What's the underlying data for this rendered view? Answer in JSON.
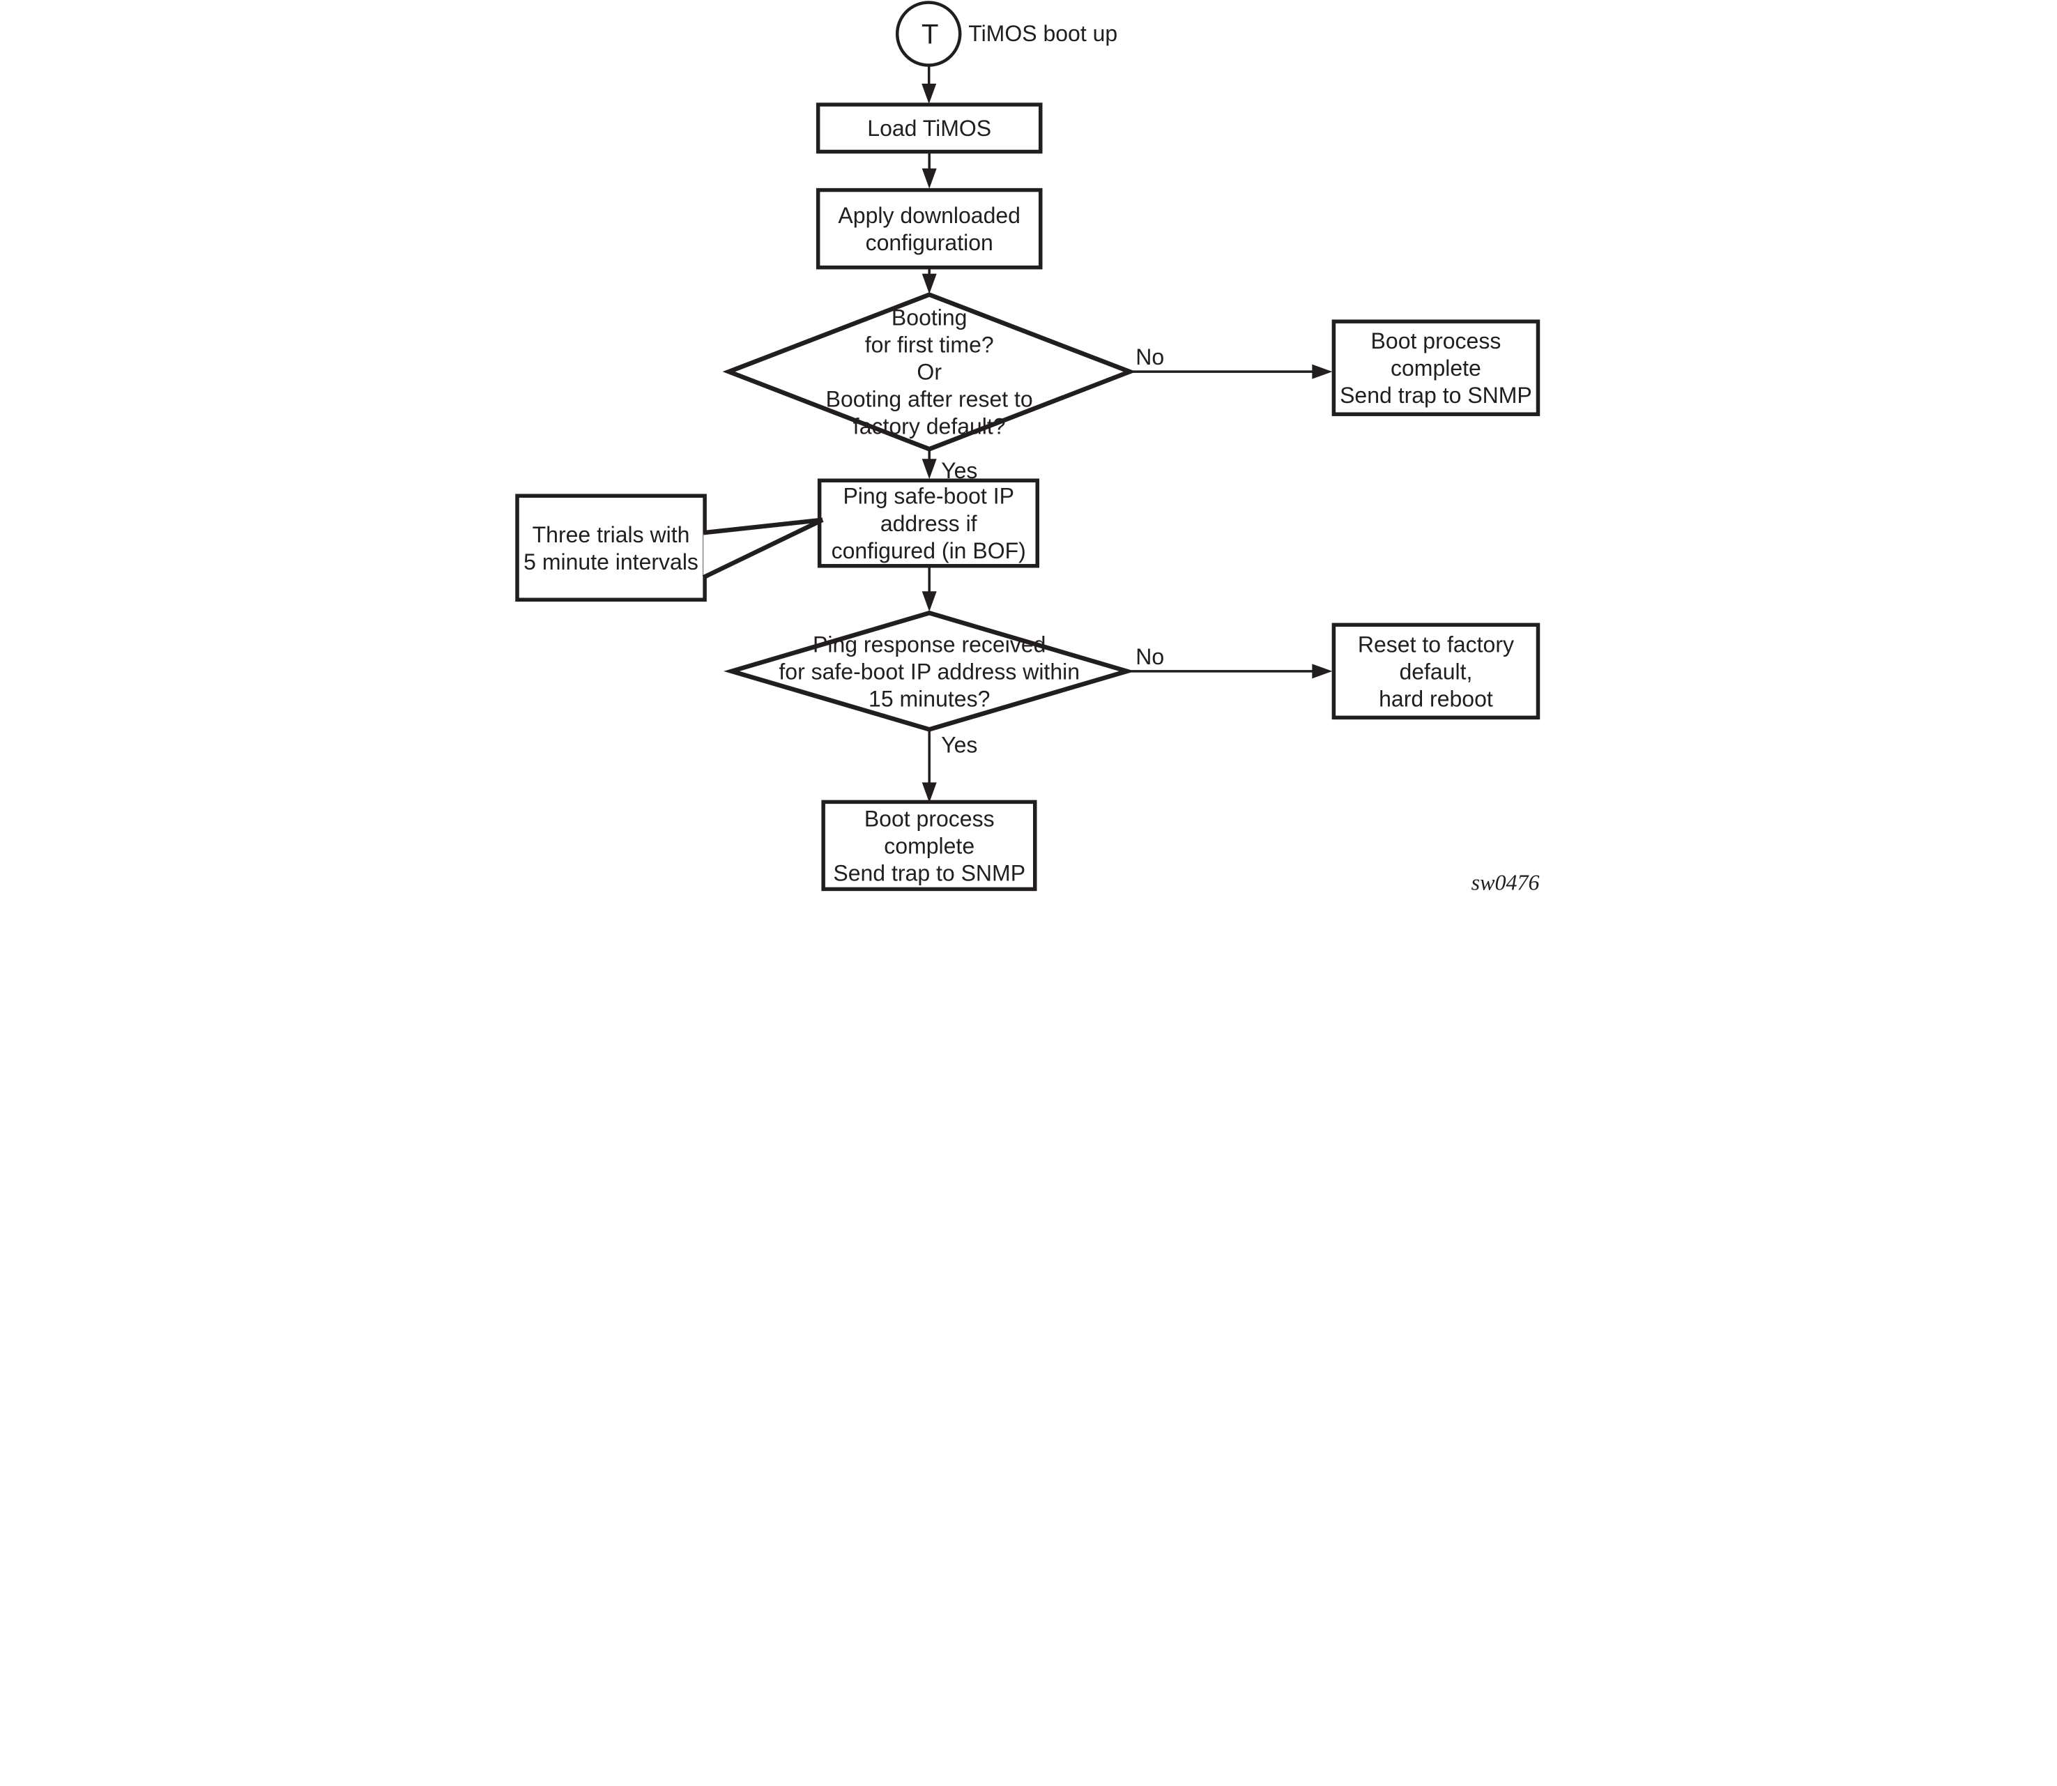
{
  "figure": {
    "code": "sw0476"
  },
  "start": {
    "symbol": "T",
    "title": "TiMOS boot up"
  },
  "nodes": {
    "load": {
      "label": "Load TiMOS"
    },
    "apply": {
      "lines": [
        "Apply downloaded",
        "configuration"
      ]
    },
    "first_boot_decision": {
      "lines": [
        "Booting",
        "for first time?",
        "Or",
        "Booting after reset to",
        "factory default?"
      ]
    },
    "boot_complete_right": {
      "lines": [
        "Boot process",
        "complete",
        "Send trap to SNMP"
      ]
    },
    "ping": {
      "lines": [
        "Ping safe-boot IP",
        "address if",
        "configured (in BOF)"
      ]
    },
    "trials_note": {
      "lines": [
        "Three trials with",
        "5 minute intervals"
      ]
    },
    "ping_response_decision": {
      "lines": [
        "Ping response received",
        "for safe-boot IP address within",
        "15 minutes?"
      ]
    },
    "reset_factory": {
      "lines": [
        "Reset to factory",
        "default,",
        "hard reboot"
      ]
    },
    "boot_complete_bottom": {
      "lines": [
        "Boot process",
        "complete",
        "Send trap to SNMP"
      ]
    }
  },
  "edge_labels": {
    "decision1_no": "No",
    "decision1_yes": "Yes",
    "decision2_no": "No",
    "decision2_yes": "Yes"
  },
  "colors": {
    "ink": "#221e1f",
    "background": "#ffffff"
  }
}
